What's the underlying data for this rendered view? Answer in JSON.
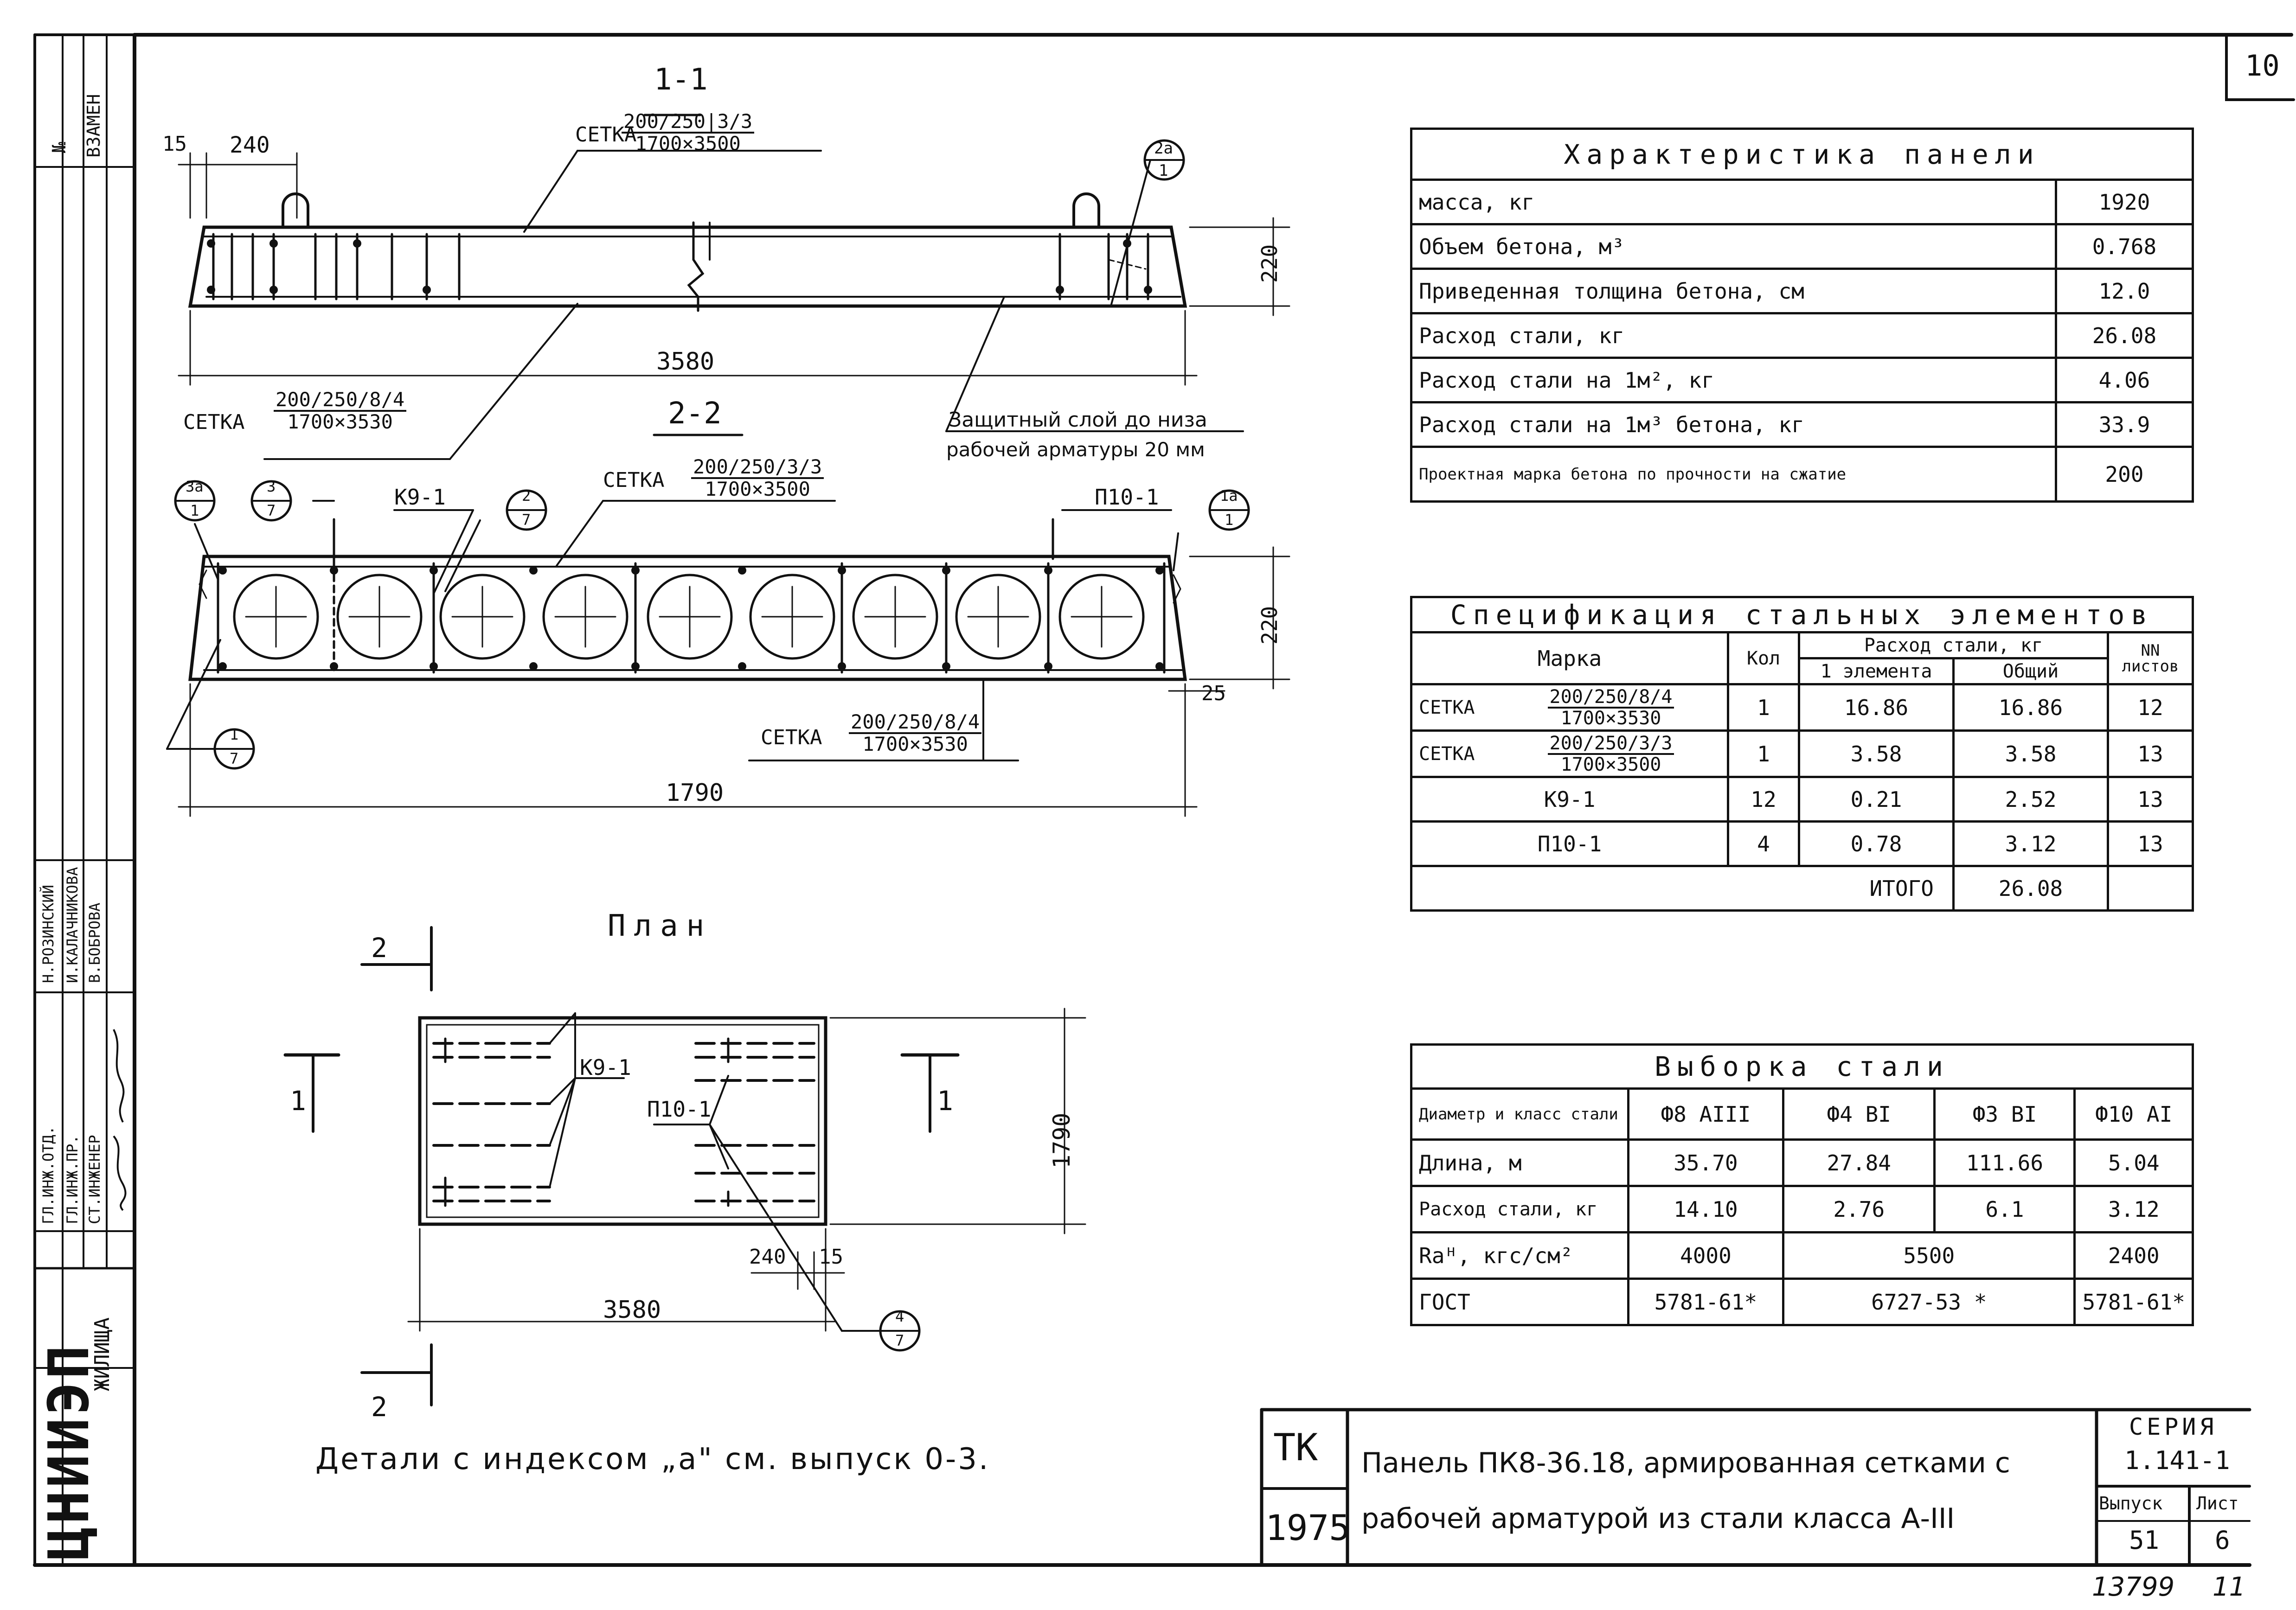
{
  "sheet_number": "10",
  "left_strip": {
    "no_label": "№",
    "replace_label": "ВЗАМЕН",
    "roles": [
      "ГЛ.ИНЖ.ОТД.",
      "ГЛ.ИНЖ.ПР.",
      "СТ.ИНЖЕНЕР"
    ],
    "names": [
      "Н.РОЗИНСКИЙ",
      "И.КАЛАЧНИКОВА",
      "В.БОБРОВА"
    ],
    "org": "ЦНИИЭП",
    "org_sub": "ЖИЛИЩА"
  },
  "section_1": {
    "title": "1-1",
    "dim_15": "15",
    "dim_240": "240",
    "dim_length": "3580",
    "dim_height": "220",
    "mesh_top_label": "СЕТКА",
    "mesh_top_num": "200/250|3/3",
    "mesh_top_den": "1700×3500",
    "mesh_bottom_label": "СЕТКА",
    "mesh_bottom_num": "200/250/8/4",
    "mesh_bottom_den": "1700×3530",
    "callout_2a_num": "2а",
    "callout_2a_den": "1",
    "cover_note_1": "Защитный слой до низа",
    "cover_note_2": "рабочей арматуры 20 мм"
  },
  "section_2": {
    "title": "2-2",
    "dim_height": "220",
    "dim_25": "25",
    "dim_width": "1790",
    "mesh_top_label": "СЕТКА",
    "mesh_top_num": "200/250/3/3",
    "mesh_top_den": "1700×3500",
    "mesh_bottom_label": "СЕТКА",
    "mesh_bottom_num": "200/250/8/4",
    "mesh_bottom_den": "1700×3530",
    "k9_label": "К9-1",
    "p10_label": "П10-1",
    "callouts": [
      {
        "num": "3а",
        "den": "1"
      },
      {
        "num": "3",
        "den": "7"
      },
      {
        "num": "2",
        "den": "7"
      },
      {
        "num": "1а",
        "den": "1"
      },
      {
        "num": "1",
        "den": "7"
      }
    ]
  },
  "plan": {
    "title": "План",
    "cut_2": "2",
    "cut_1": "1",
    "k9_label": "К9-1",
    "p10_label": "П10-1",
    "dim_width": "1790",
    "dim_length": "3580",
    "dim_240": "240",
    "dim_15": "15",
    "callout_num": "4",
    "callout_den": "7"
  },
  "details_note": "Детали с индексом „а\" см. выпуск 0-3.",
  "characteristics": {
    "title": "Характеристика панели",
    "rows": [
      {
        "label": "масса, кг",
        "value": "1920"
      },
      {
        "label": "Объем бетона, м³",
        "value": "0.768"
      },
      {
        "label": "Приведенная толщина бетона, см",
        "value": "12.0"
      },
      {
        "label": "Расход стали, кг",
        "value": "26.08"
      },
      {
        "label": "Расход стали на 1м², кг",
        "value": "4.06"
      },
      {
        "label": "Расход стали на 1м³ бетона, кг",
        "value": "33.9"
      },
      {
        "label": "Проектная марка бетона по прочности на сжатие",
        "value": "200"
      }
    ]
  },
  "specification": {
    "title": "Спецификация стальных элементов",
    "h_mark": "Марка",
    "h_qty": "Кол",
    "h_cons": "Расход стали, кг",
    "h_one": "1 элемента",
    "h_total": "Общий",
    "h_sheets": "NN листов",
    "rows": [
      {
        "prefix": "СЕТКА",
        "num": "200/250/8/4",
        "den": "1700×3530",
        "qty": "1",
        "one": "16.86",
        "total": "16.86",
        "sheet": "12"
      },
      {
        "prefix": "СЕТКА",
        "num": "200/250/3/3",
        "den": "1700×3500",
        "qty": "1",
        "one": "3.58",
        "total": "3.58",
        "sheet": "13"
      },
      {
        "prefix": "",
        "num": "К9-1",
        "den": "",
        "qty": "12",
        "one": "0.21",
        "total": "2.52",
        "sheet": "13"
      },
      {
        "prefix": "",
        "num": "П10-1",
        "den": "",
        "qty": "4",
        "one": "0.78",
        "total": "3.12",
        "sheet": "13"
      }
    ],
    "total_label": "ИТОГО",
    "total_value": "26.08"
  },
  "steel": {
    "title": "Выборка стали",
    "h_diam": "Диаметр и класс стали",
    "cols": [
      "Ф8 АIII",
      "Ф4 ВI",
      "Ф3 ВI",
      "Ф10 АI"
    ],
    "len_label": "Длина, м",
    "lengths": [
      "35.70",
      "27.84",
      "111.66",
      "5.04"
    ],
    "cons_label": "Расход стали, кг",
    "cons": [
      "14.10",
      "2.76",
      "6.1",
      "3.12"
    ],
    "ra_label": "Rаᴴ, кгс/см²",
    "ra": [
      "4000",
      "5500",
      "2400"
    ],
    "gost_label": "ГОСТ",
    "gost": [
      "5781-61*",
      "6727-53 *",
      "5781-61*"
    ]
  },
  "title_block": {
    "tk": "ТК",
    "year": "1975",
    "title_1": "Панель ПК8-36.18, армированная сетками с",
    "title_2": "рабочей арматурой из стали класса А-III",
    "series_label": "СЕРИЯ",
    "series_value": "1.141-1",
    "issue_label": "Выпуск",
    "issue_value": "51",
    "sheet_label": "Лист",
    "sheet_value": "6",
    "archive_no": "13799",
    "archive_page": "11"
  }
}
